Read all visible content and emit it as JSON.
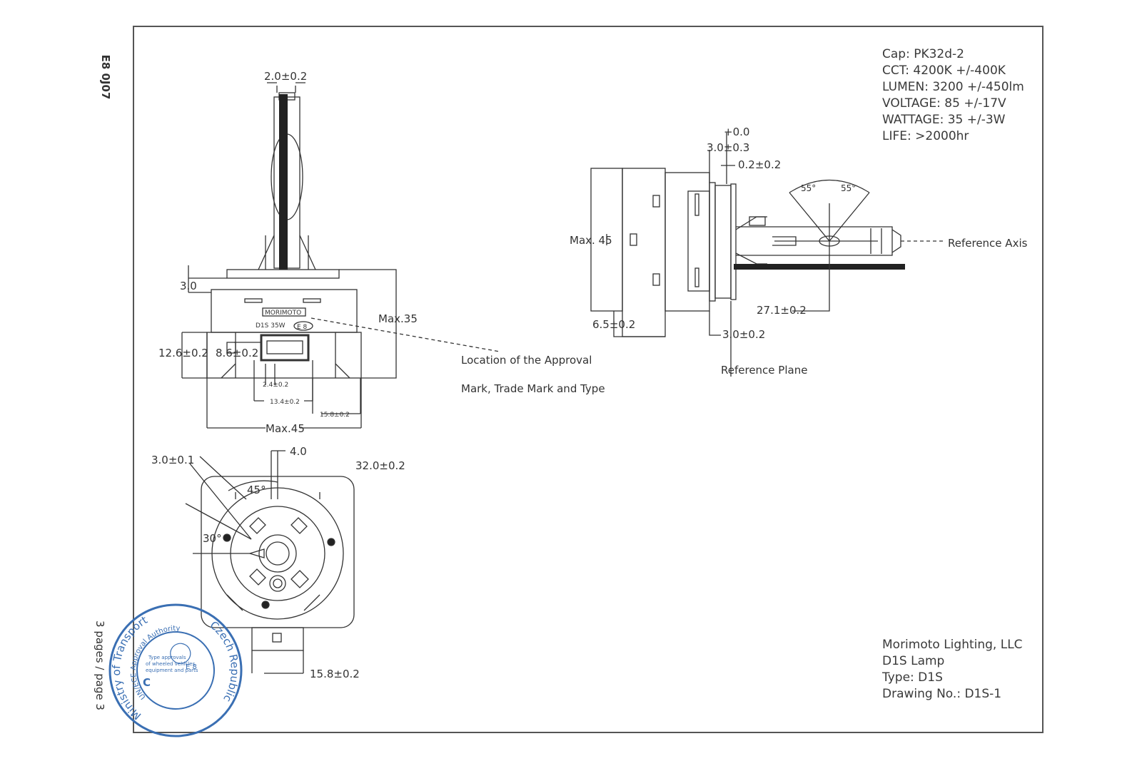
{
  "sheet": {
    "side_code": "E8 0J07",
    "pages": "3 pages / page 3"
  },
  "specs": [
    "Cap: PK32d-2",
    "CCT: 4200K +/-400K",
    "LUMEN: 3200 +/-450lm",
    "VOLTAGE: 85 +/-17V",
    "WATTAGE: 35 +/-3W",
    "LIFE: >2000hr"
  ],
  "title_block": {
    "company": "Morimoto Lighting, LLC",
    "product": "D1S Lamp",
    "type": "Type: D1S",
    "drawing_no": "Drawing No.: D1S-1"
  },
  "front_view": {
    "dims": {
      "tube_width": "2.0±0.2",
      "flange": "3.0",
      "max35": "Max.35",
      "h126": "12.6±0.2",
      "h86": "8.6±0.2",
      "d24": "2.4±0.2",
      "d134": "13.4±0.2",
      "d158": "15.8±0.2",
      "max45": "Max.45"
    },
    "brand_mark": "MORIMOTO",
    "model_mark": "D1S 35W",
    "approval_mark": "E 8"
  },
  "approval_note": {
    "line1": "Location of the Approval",
    "line2": "Mark, Trade Mark and Type"
  },
  "side_view": {
    "dims": {
      "plus00": "+0.0",
      "d30_03": "3.0±0.3",
      "d02": "0.2±0.2",
      "angle_left": "55°",
      "angle_right": "55°",
      "max45": "Max. 45",
      "d271": "27.1±0.2",
      "d65": "6.5±0.2",
      "d30_02": "3.0±0.2"
    },
    "reference_axis": "Reference Axis",
    "reference_plane": "Reference Plane"
  },
  "base_view": {
    "dims": {
      "d30_01": "3.0±0.1",
      "d40": "4.0",
      "d320": "32.0±0.2",
      "a45": "45°",
      "a30": "30°",
      "d158": "15.8±0.2"
    }
  },
  "stamp": {
    "outer_top": "Ministry of Transport",
    "country": "Czech Republic",
    "inner": "UN/ECE Approval Authority",
    "small1": "Type approvals",
    "small2": "of wheeled vehicles",
    "small3": "equipment and parts",
    "letter": "C",
    "mark": "E 8"
  },
  "colors": {
    "ink": "#333333",
    "stamp": "#3a6fb3"
  }
}
